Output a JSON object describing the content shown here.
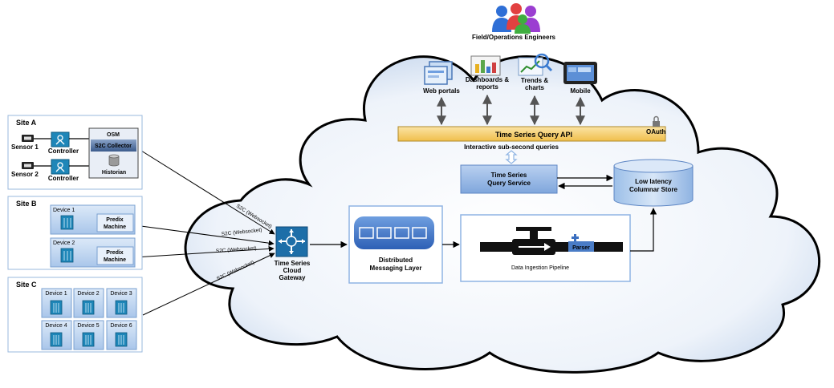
{
  "users": {
    "title": "Field/Operations Engineers"
  },
  "apps": {
    "web_portals": "Web portals",
    "dashboards_line1": "Dashboards &",
    "dashboards_line2": "reports",
    "trends_line1": "Trends &",
    "trends_line2": "charts",
    "mobile": "Mobile"
  },
  "query_api": {
    "label": "Time Series Query API",
    "oauth": "OAuth",
    "caption": "Interactive sub-second queries"
  },
  "query_service": {
    "line1": "Time Series",
    "line2": "Query Service"
  },
  "columnar_store": {
    "line1": "Low latency",
    "line2": "Columnar Store"
  },
  "messaging": {
    "line1": "Distributed",
    "line2": "Messaging Layer"
  },
  "ingestion": {
    "label": "Data Ingestion Pipeline",
    "parser": "Parser"
  },
  "gateway": {
    "line1": "Time Series",
    "line2": "Cloud",
    "line3": "Gateway"
  },
  "connection_label": "S2C (Websocket)",
  "site_a": {
    "title": "Site A",
    "sensor1": "Sensor 1",
    "sensor2": "Sensor 2",
    "controller": "Controller",
    "osm": "OSM",
    "collector": "S2C Collector",
    "historian": "Historian"
  },
  "site_b": {
    "title": "Site B",
    "device1": "Device 1",
    "device2": "Device 2",
    "predix_line1": "Predix",
    "predix_line2": "Machine"
  },
  "site_c": {
    "title": "Site C",
    "devices": [
      "Device 1",
      "Device 2",
      "Device 3",
      "Device 4",
      "Device 5",
      "Device 6"
    ]
  },
  "colors": {
    "cloud_fill": "#dde8f5",
    "api_bar": "#f7d27a",
    "service_blue": "#8fb4e3",
    "device_blue": "#c5dbf3"
  }
}
